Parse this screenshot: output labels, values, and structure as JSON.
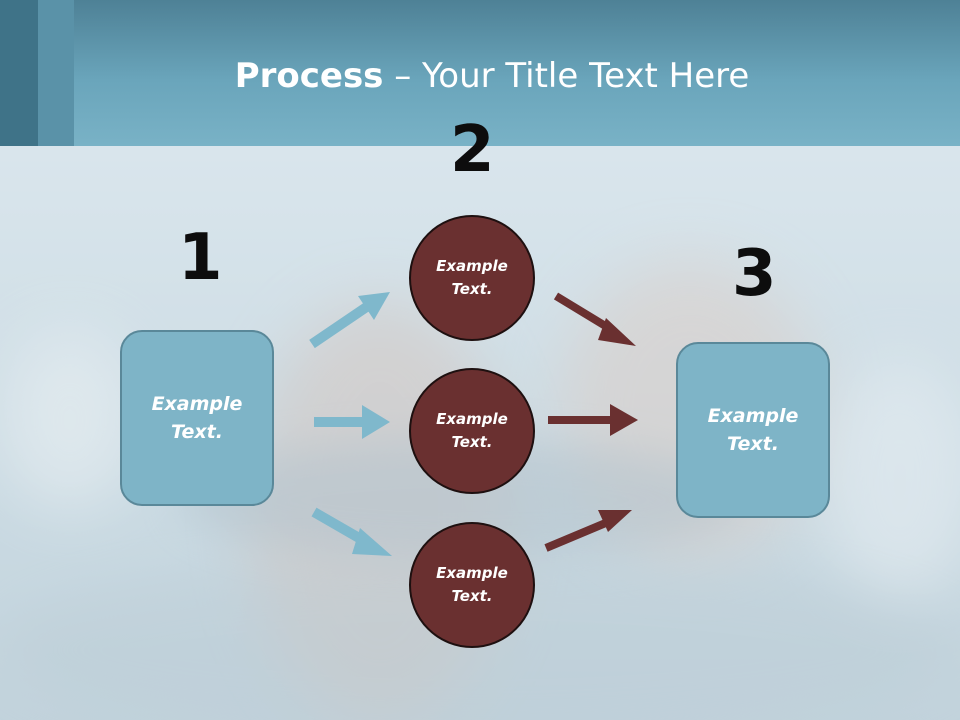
{
  "title": {
    "bold": "Process",
    "rest": " – Your Title Text Here"
  },
  "steps": {
    "one": "1",
    "two": "2",
    "three": "3"
  },
  "left_box": "Example Text.",
  "right_box": "Example Text.",
  "circles": [
    "Example Text.",
    "Example Text.",
    "Example Text."
  ],
  "colors": {
    "box_fill": "#7eb4c7",
    "circle_fill": "#6a3030",
    "arrow_light": "#7fb8cc",
    "arrow_dark": "#6a3030",
    "header": "#6aa5bb"
  }
}
